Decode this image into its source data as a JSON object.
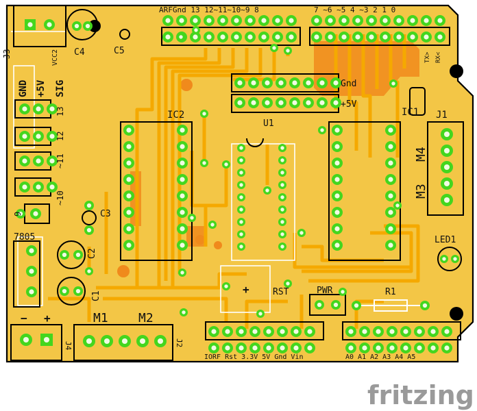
{
  "board": {
    "colors": {
      "board": "#f3c646",
      "trace": "#f5a900",
      "copper": "#f08a1c",
      "pad": "#44d61e",
      "hole": "#f2fbe4",
      "outline": "#000000",
      "silk": "#ffffff"
    }
  },
  "labels": {
    "j3": "J3",
    "vcc2": "VCC2",
    "c4": "C4",
    "c5": "C5",
    "c3": "C3",
    "c2": "C2",
    "c1": "C1",
    "gnd": "GND",
    "plus5v": "+5V",
    "sig": "SIG",
    "r13": "13",
    "r12": "12",
    "r11": "~11",
    "r10": "~10",
    "r9": "9",
    "v7805": "7805",
    "minus": "−",
    "plus": "+",
    "m1": "M1",
    "m2": "M2",
    "j4": "J4",
    "j2": "J2",
    "ic2": "IC2",
    "ic1": "IC1",
    "u1": "U1",
    "j1": "J1",
    "m3": "M3",
    "m4": "M4",
    "led1": "LED1",
    "rst": "RST",
    "pwr": "PWR",
    "r1": "R1",
    "gnd_hdr": "Gnd",
    "v5_hdr": "+5V",
    "plus_btn": "+",
    "tx": "TX>",
    "rx": "RX<",
    "top_left_header": "ARFGnd 13 12~11~10~9   8",
    "top_right_header": "7 ~6 ~5  4 ~3  2  1  0",
    "bottom_left_header": "IORF Rst 3.3V 5V Gnd  Vin",
    "bottom_right_header": "A0  A1  A2  A3  A4  A5",
    "watermark": "fritzing"
  }
}
